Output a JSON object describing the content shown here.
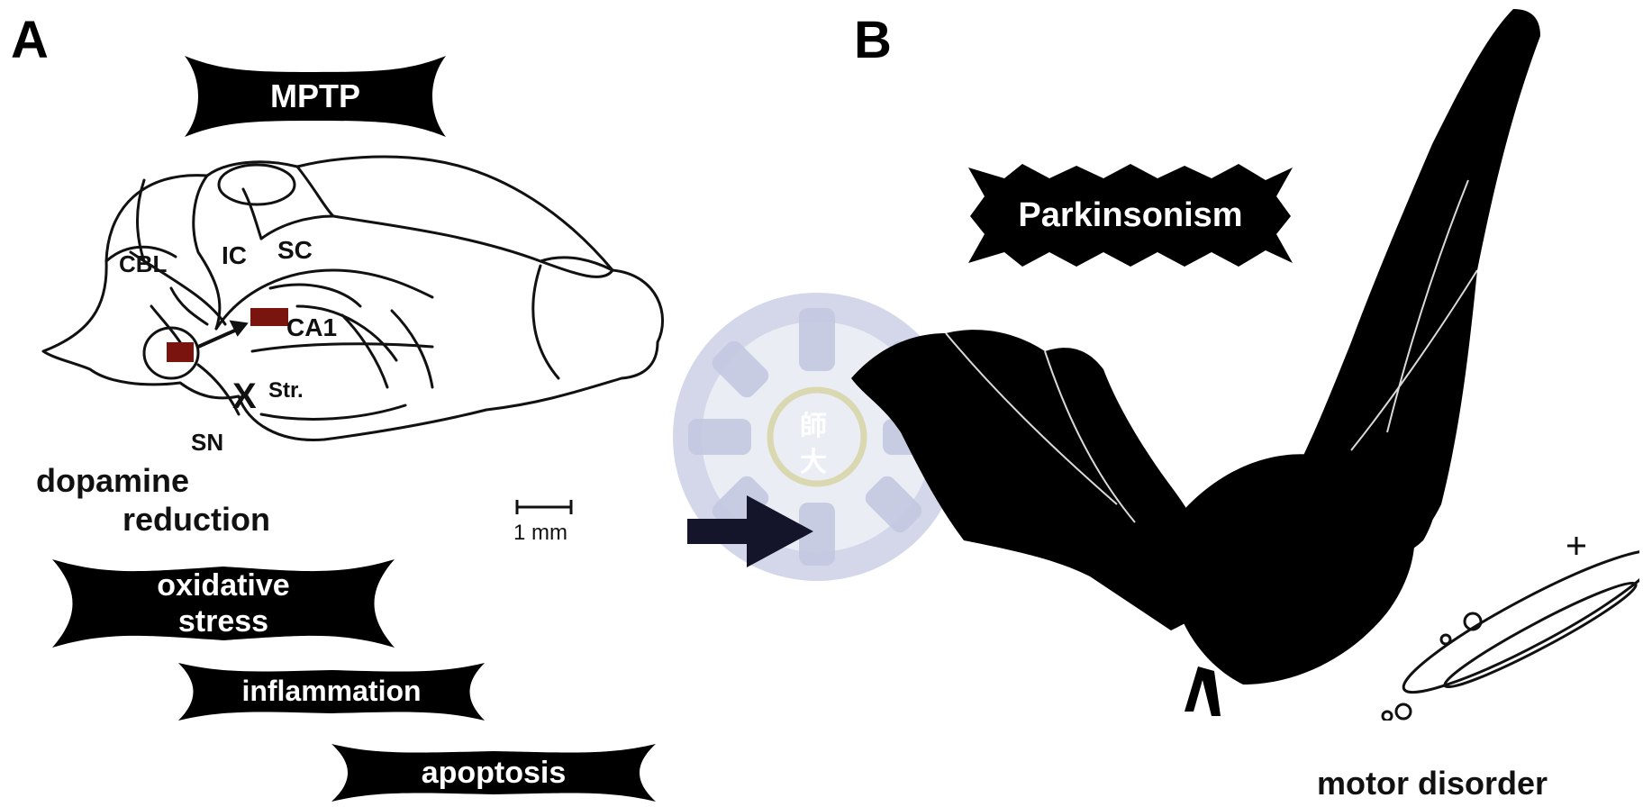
{
  "panels": {
    "a_label": "A",
    "b_label": "B"
  },
  "panel_a": {
    "agent": "MPTP",
    "brain_regions": {
      "cbl": "CBL",
      "ic": "IC",
      "sc": "SC",
      "ca1": "CA1",
      "sn": "SN",
      "str": "Str."
    },
    "lesion_mark": "X",
    "scale_bar": "1 mm",
    "effect_caption": [
      "dopamine",
      "reduction"
    ],
    "mechanisms": {
      "oxidative": [
        "oxidative",
        "stress"
      ],
      "inflammation": "inflammation",
      "apoptosis": "apoptosis"
    }
  },
  "panel_b": {
    "condition": "Parkinsonism",
    "caption": "motor disorder"
  },
  "watermark": {
    "chars": [
      "師",
      "大"
    ]
  },
  "colors": {
    "burst_fill": "#000000",
    "burst_text": "#ffffff",
    "lesion": "#7a140f",
    "watermark": "#b9bfdc",
    "watermark_ring": "#d8d5a8",
    "arrow": "#14142a"
  }
}
